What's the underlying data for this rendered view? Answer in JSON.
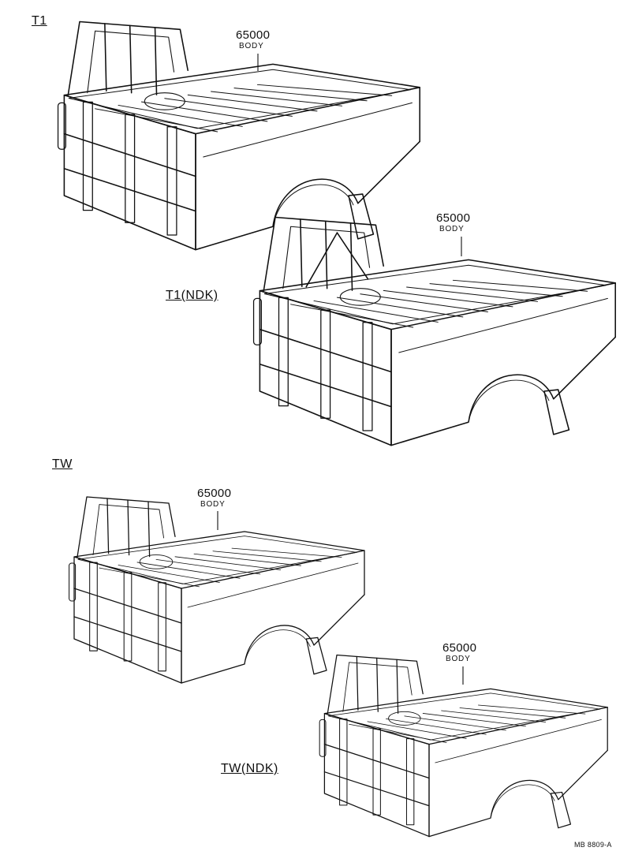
{
  "diagram": {
    "sections": [
      {
        "label": "T1",
        "part_number": "65000",
        "part_name": "BODY"
      },
      {
        "label": "T1(NDK)",
        "part_number": "65000",
        "part_name": "BODY"
      },
      {
        "label": "TW",
        "part_number": "65000",
        "part_name": "BODY"
      },
      {
        "label": "TW(NDK)",
        "part_number": "65000",
        "part_name": "BODY"
      }
    ],
    "footer_code": "MB 8809-A",
    "colors": {
      "line": "#111111",
      "background": "#ffffff"
    }
  }
}
